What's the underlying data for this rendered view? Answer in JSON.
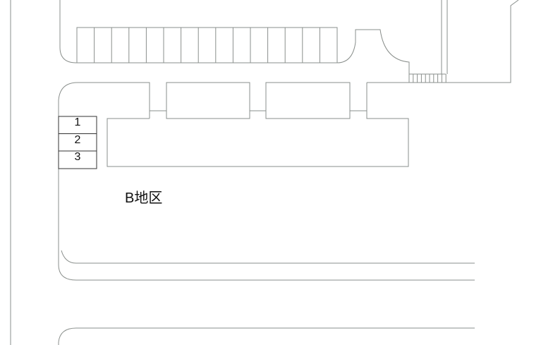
{
  "map": {
    "area_label": "B地区",
    "spot_numbers": [
      "1",
      "2",
      "3"
    ],
    "parking_stall_count": 15,
    "line_color": "#8a8f8c"
  }
}
